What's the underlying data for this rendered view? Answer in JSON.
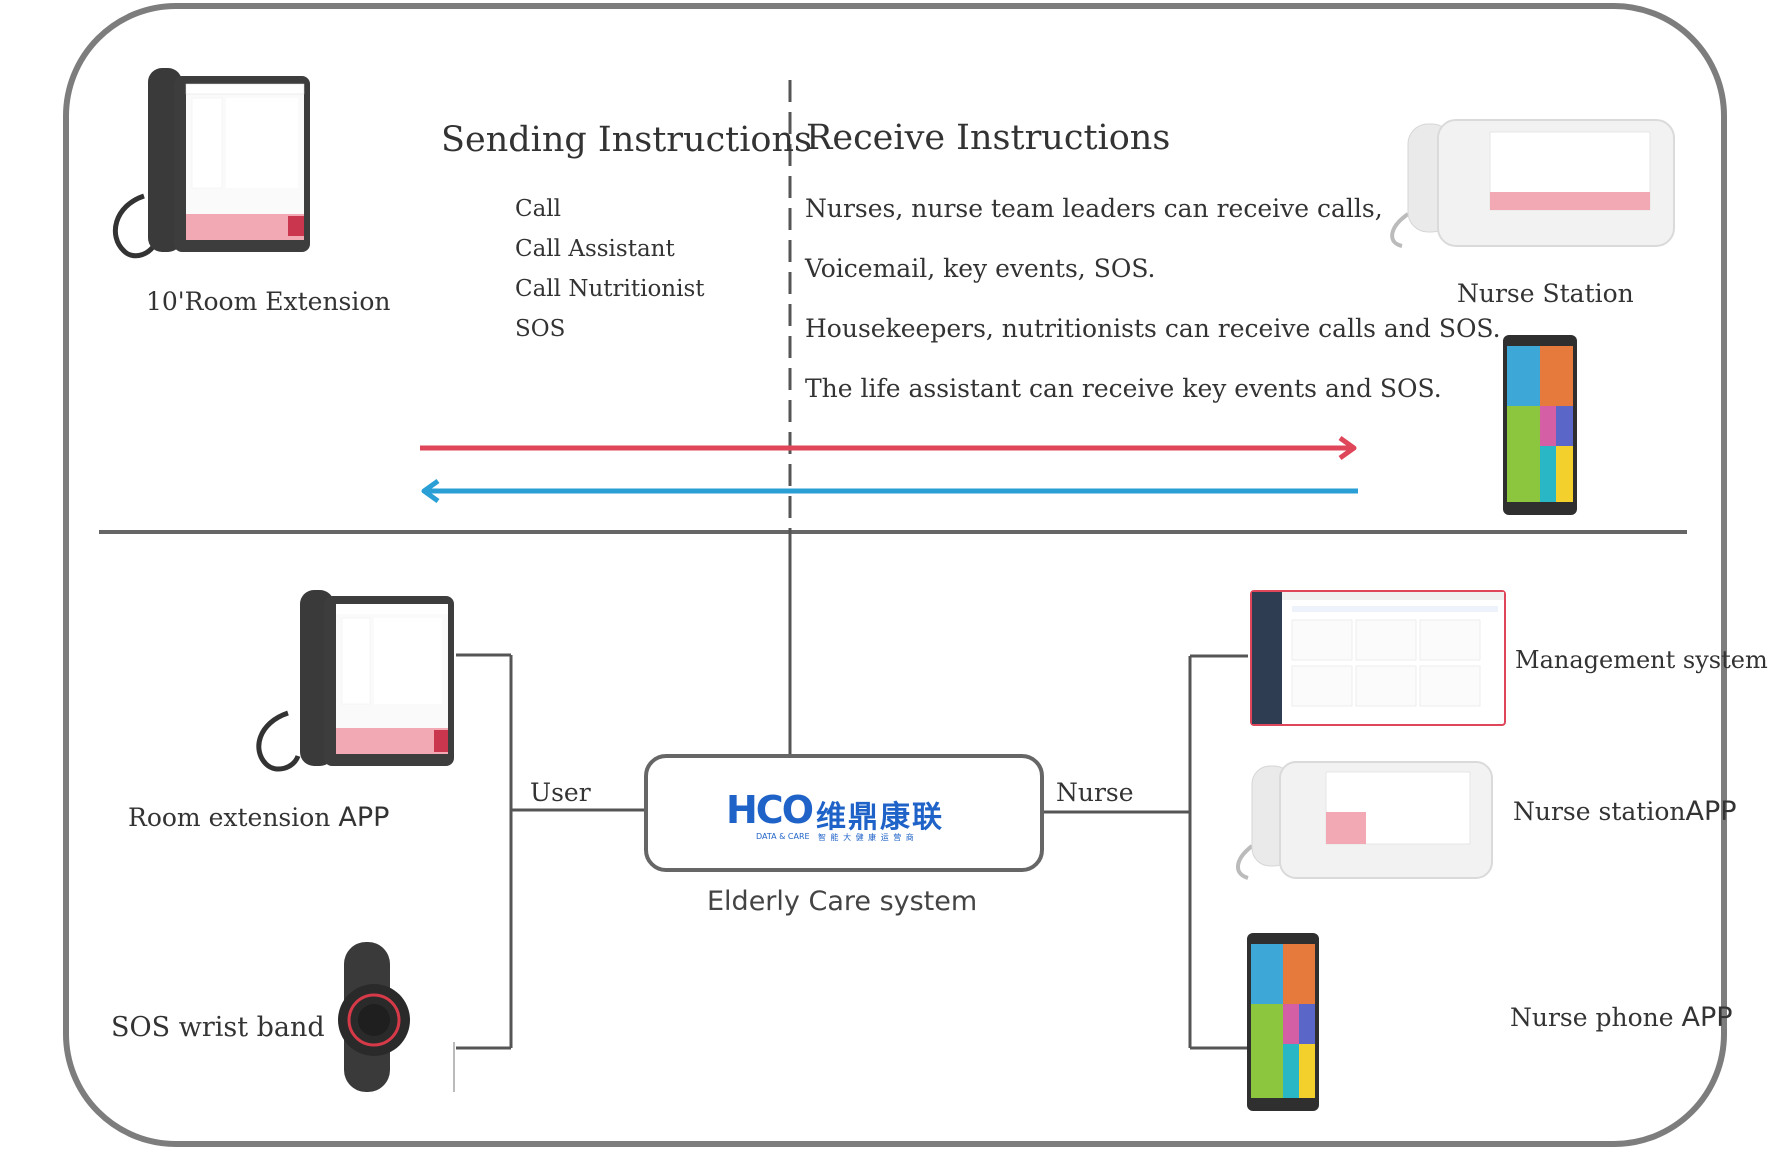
{
  "top": {
    "sending": {
      "title": "Sending Instructions",
      "items": [
        "Call",
        "Call Assistant",
        "Call Nutritionist",
        "SOS"
      ]
    },
    "receiving": {
      "title": "Receive Instructions",
      "items": [
        "Nurses, nurse team leaders can receive calls,",
        "Voicemail, key events, SOS.",
        "Housekeepers, nutritionists can receive calls and SOS.",
        "The life assistant can receive key events and SOS."
      ]
    },
    "room_extension_label": "10'Room Extension",
    "nurse_station_label": "Nurse Station"
  },
  "bottom": {
    "user_link_label": "User",
    "nurse_link_label": "Nurse",
    "system_caption": "Elderly Care system",
    "logo": {
      "mark": "HCO",
      "name": "维鼎康联",
      "tagline_en": "DATA & CARE",
      "tagline_cn": "智 能 大 健 康 运 营 商"
    },
    "left_devices": [
      {
        "label": "Room extension ",
        "suffix": "APP"
      },
      {
        "label": "SOS wrist band",
        "suffix": ""
      }
    ],
    "right_devices": [
      {
        "label": "Management system",
        "suffix": ""
      },
      {
        "label": "Nurse station",
        "suffix": "APP"
      },
      {
        "label": "Nurse phone ",
        "suffix": "APP"
      }
    ]
  },
  "colors": {
    "frame": "#7d7d7d",
    "line": "#555555",
    "send_arrow": "#e0465a",
    "receive_arrow": "#2a9fd6",
    "logo_blue": "#1f63c8",
    "logo_cyan": "#27a9e1",
    "screen_pink": "#f3a9b4"
  }
}
